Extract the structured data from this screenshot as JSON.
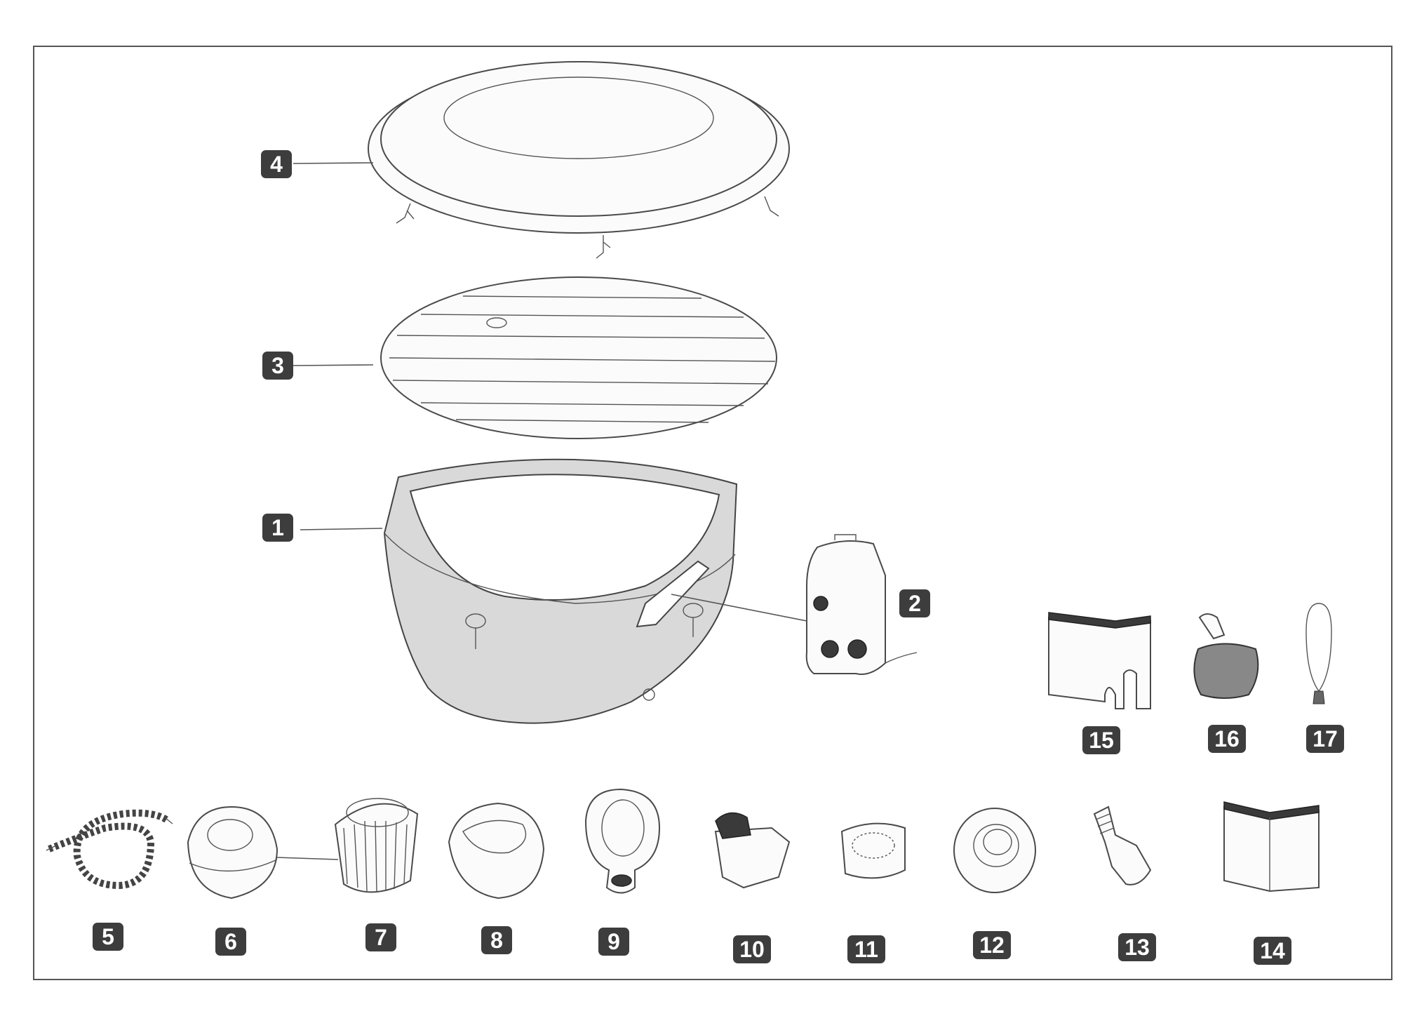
{
  "parts": [
    {
      "id": "1",
      "label": "1"
    },
    {
      "id": "2",
      "label": "2"
    },
    {
      "id": "3",
      "label": "3"
    },
    {
      "id": "4",
      "label": "4"
    },
    {
      "id": "5",
      "label": "5"
    },
    {
      "id": "6",
      "label": "6"
    },
    {
      "id": "7",
      "label": "7"
    },
    {
      "id": "8",
      "label": "8"
    },
    {
      "id": "9",
      "label": "9"
    },
    {
      "id": "10",
      "label": "10"
    },
    {
      "id": "11",
      "label": "11"
    },
    {
      "id": "12",
      "label": "12"
    },
    {
      "id": "13",
      "label": "13"
    },
    {
      "id": "14",
      "label": "14"
    },
    {
      "id": "15",
      "label": "15"
    },
    {
      "id": "16",
      "label": "16"
    },
    {
      "id": "17",
      "label": "17"
    }
  ],
  "colors": {
    "badge": "#3d3d3d",
    "frame": "#555555",
    "tub_body": "#d9d9d9"
  }
}
